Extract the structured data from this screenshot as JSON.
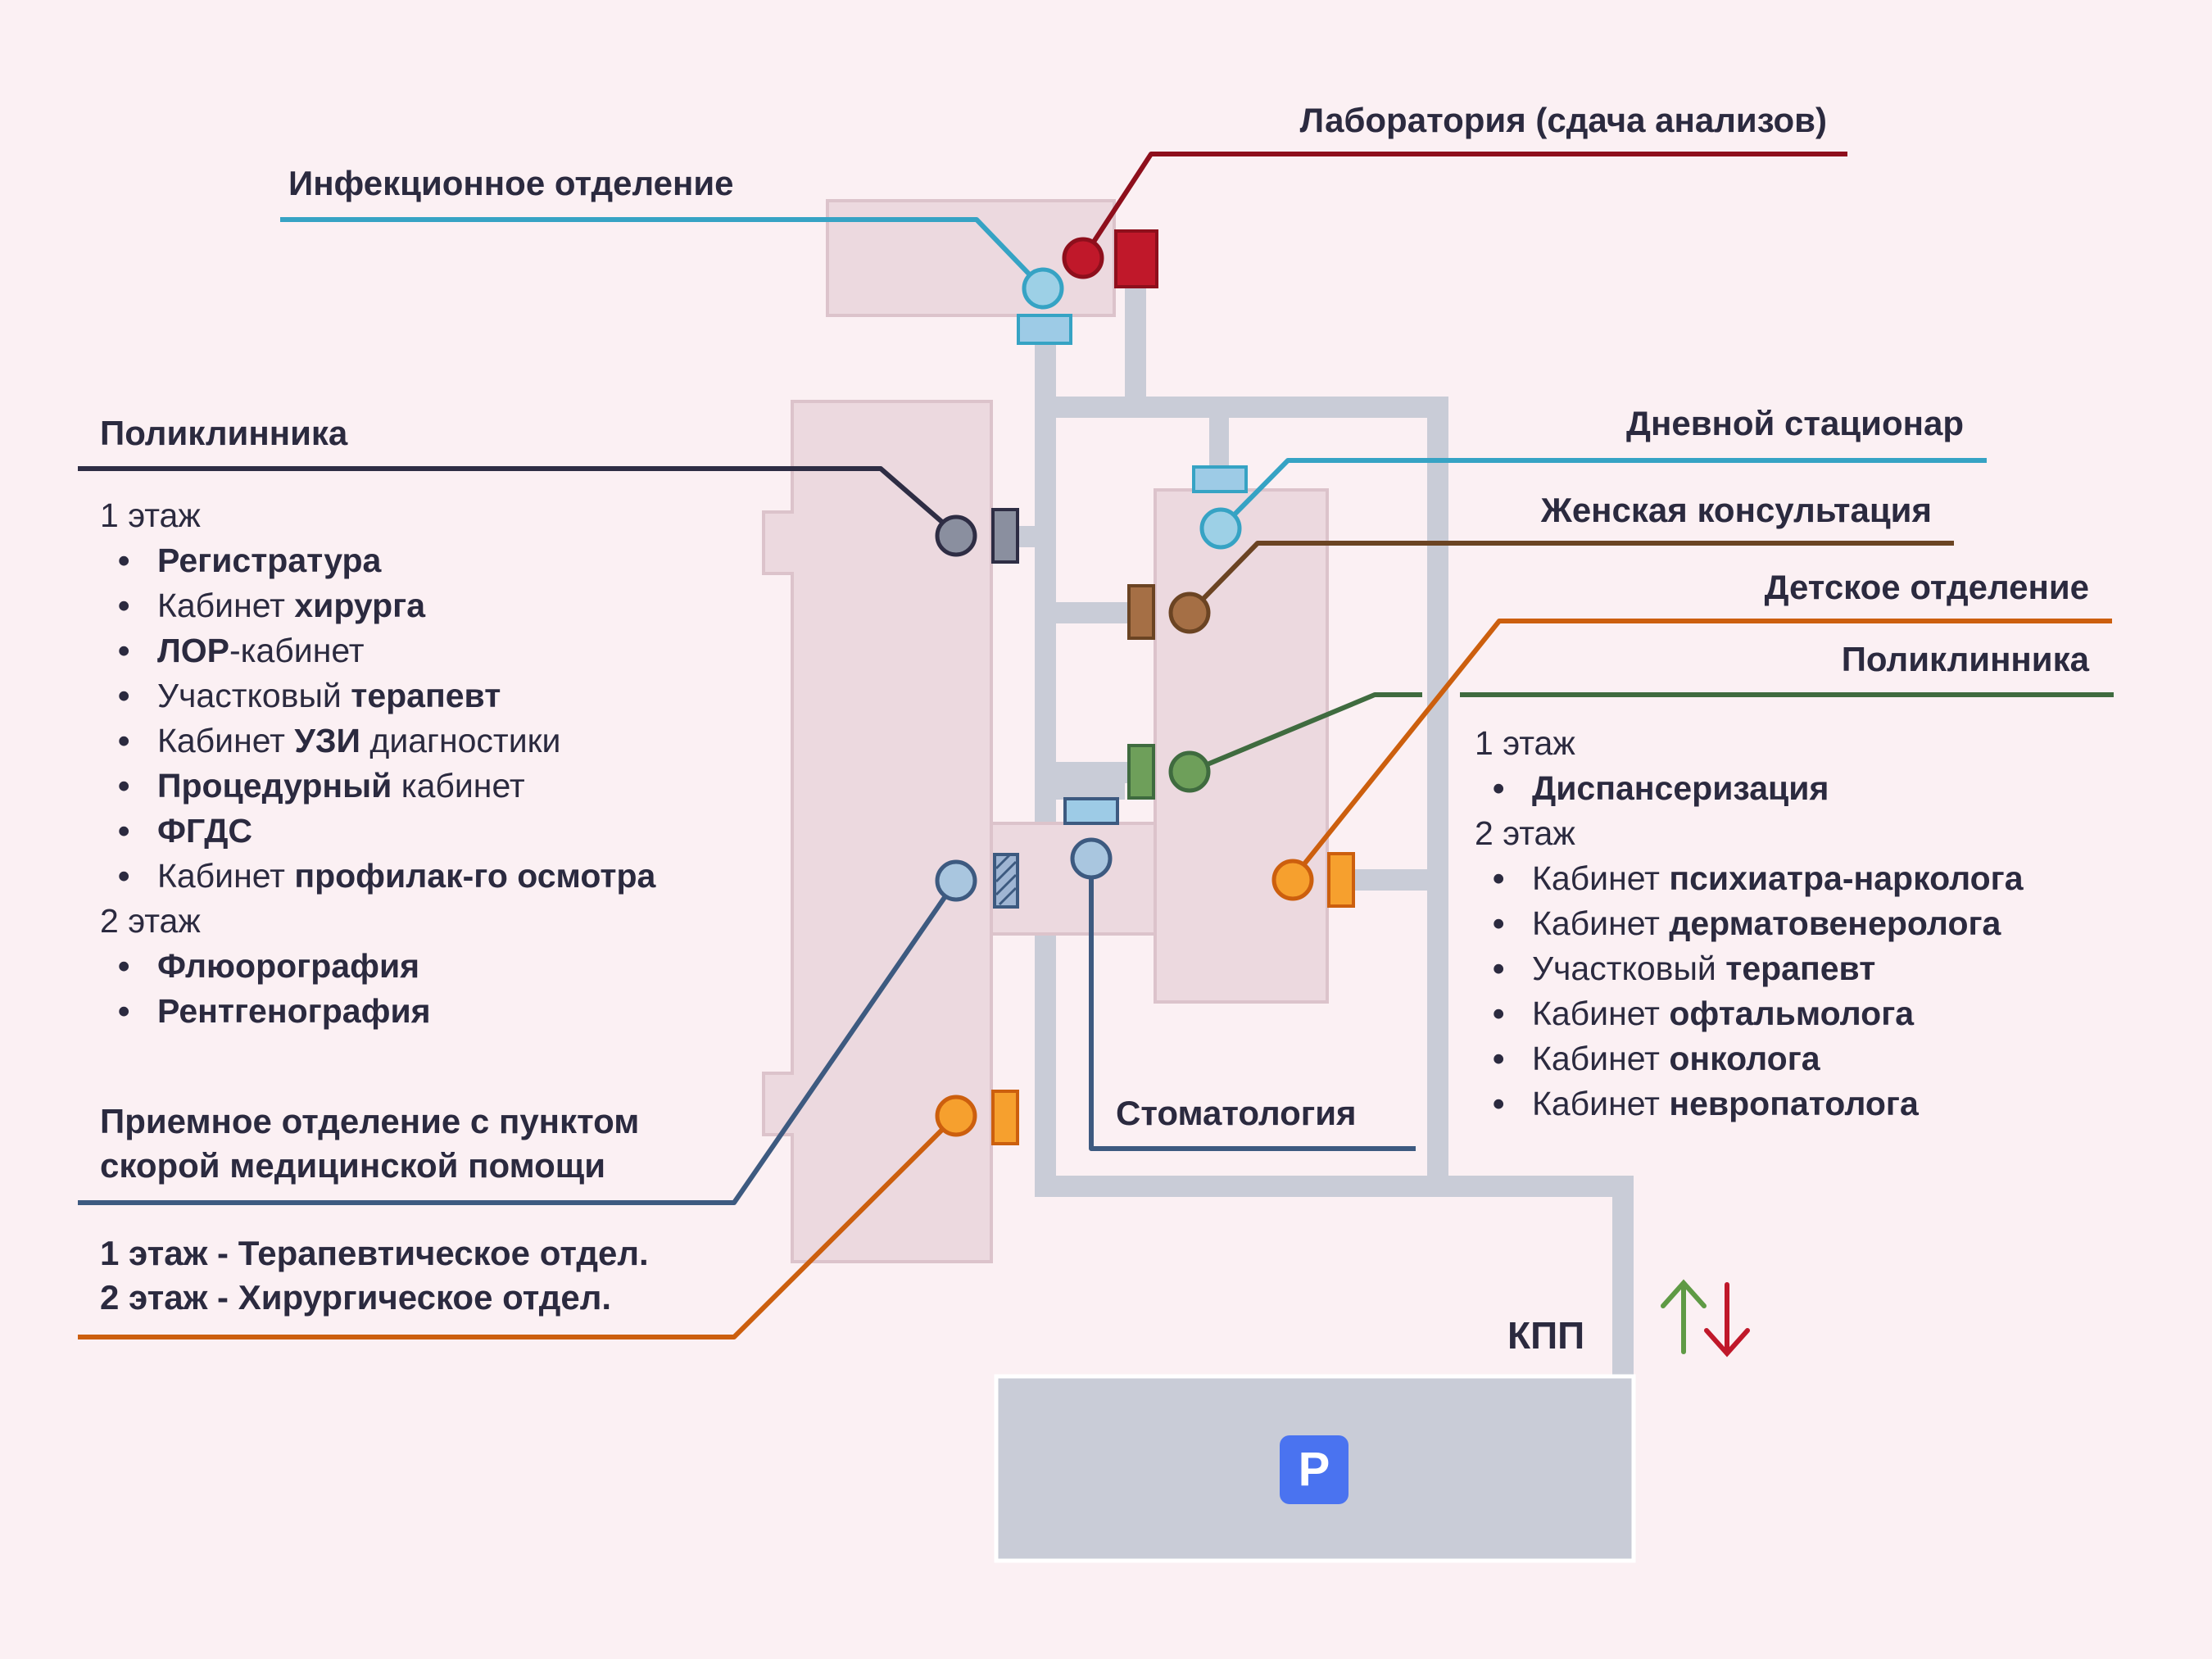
{
  "labels": {
    "infectious": "Инфекционное отделение",
    "laboratory": "Лаборатория (сдача анализов)",
    "polyclinic_left": "Поликлинника",
    "day_hospital": "Дневной стационар",
    "womens_consult": "Женская консультация",
    "children": "Детское отделение",
    "polyclinic_right": "Поликлинника",
    "emergency_line1": "Приемное отделение с пунктом",
    "emergency_line2": "скорой медицинской помощи",
    "hospital_line1": "1 этаж - Терапевтическое отдел.",
    "hospital_line2": "2 этаж - Хирургическое отдел.",
    "dentistry": "Стоматология",
    "checkpoint": "КПП",
    "parking": "P"
  },
  "polyclinic_left": {
    "floor1": "1 этаж",
    "floor1_rooms": [
      {
        "pre": "",
        "bold": "Регистратура",
        "post": ""
      },
      {
        "pre": "Кабинет ",
        "bold": "хирурга",
        "post": ""
      },
      {
        "pre": "",
        "bold": "ЛОР",
        "post": "-кабинет"
      },
      {
        "pre": "Участковый ",
        "bold": "терапевт",
        "post": ""
      },
      {
        "pre": "Кабинет ",
        "bold": "УЗИ",
        "post": " диагностики"
      },
      {
        "pre": "",
        "bold": "Процедурный",
        "post": " кабинет"
      },
      {
        "pre": "",
        "bold": "ФГДС",
        "post": ""
      },
      {
        "pre": "Кабинет ",
        "bold": "профилак-го осмотра",
        "post": ""
      }
    ],
    "floor2": "2 этаж",
    "floor2_rooms": [
      {
        "pre": "",
        "bold": "Флюорография",
        "post": ""
      },
      {
        "pre": "",
        "bold": "Рентгенография",
        "post": ""
      }
    ]
  },
  "polyclinic_right": {
    "floor1": "1 этаж",
    "floor1_rooms": [
      {
        "pre": "",
        "bold": "Диспансеризация",
        "post": ""
      }
    ],
    "floor2": "2 этаж",
    "floor2_rooms": [
      {
        "pre": "Кабинет ",
        "bold": "психиатра-нарколога",
        "post": ""
      },
      {
        "pre": "Кабинет ",
        "bold": "дерматовенеролога",
        "post": ""
      },
      {
        "pre": "Участковый ",
        "bold": "терапевт",
        "post": ""
      },
      {
        "pre": "Кабинет ",
        "bold": "офтальмолога",
        "post": ""
      },
      {
        "pre": "Кабинет ",
        "bold": "онколога",
        "post": ""
      },
      {
        "pre": "Кабинет ",
        "bold": "невропатолога",
        "post": ""
      }
    ]
  },
  "colors": {
    "background": "#fbf0f3",
    "building": "#ecd9df",
    "building_outline": "#dcc3cb",
    "path": "#c9ccd7",
    "parking_lot": "#c9ccd7",
    "parking_sign": "#4a73f0",
    "infectious": "#36a3c4",
    "laboratory": "#8e0f1c",
    "polyclinic_left": "#2e2d44",
    "day_hospital": "#36a3c4",
    "womens_consult": "#6b4423",
    "children": "#cc5f0e",
    "polyclinic_right": "#3f6b3f",
    "emergency": "#3d5a80",
    "hospital": "#cc5f0e",
    "dentistry": "#3d5a80",
    "arrow_in": "#5f9a45",
    "arrow_out": "#c0182a"
  }
}
